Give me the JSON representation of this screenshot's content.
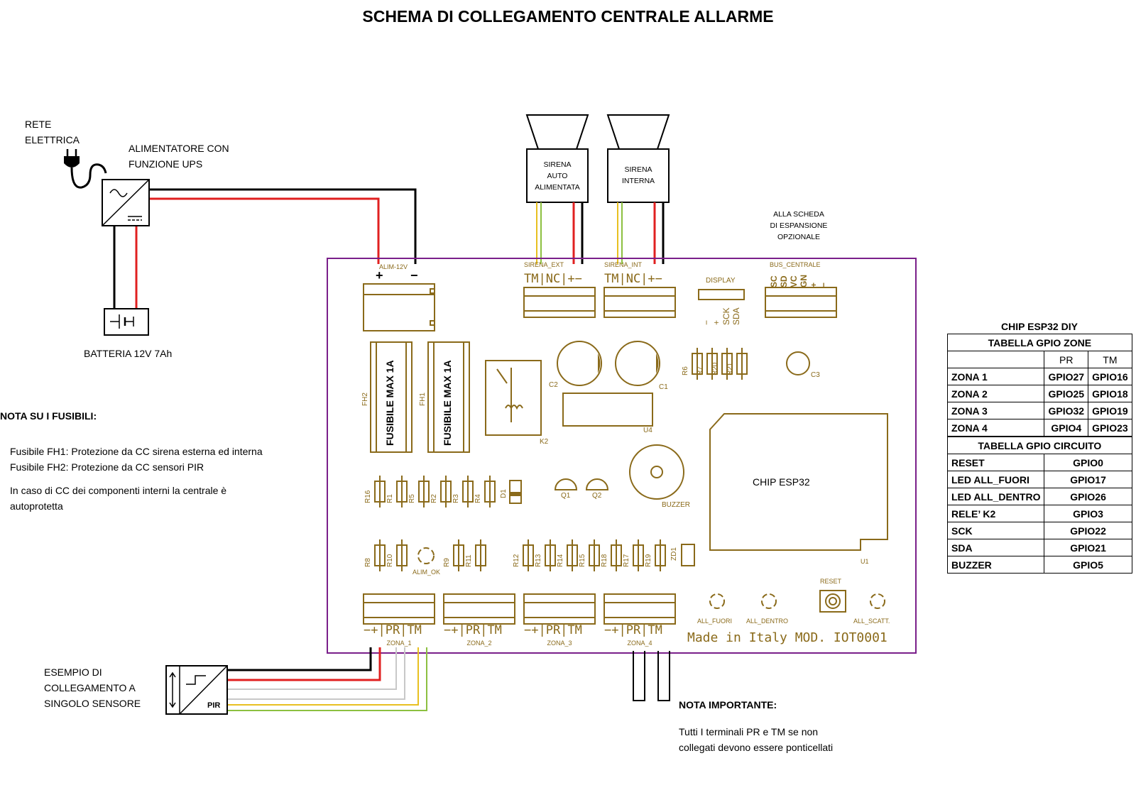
{
  "title": "SCHEMA DI COLLEGAMENTO CENTRALE ALLARME",
  "mains": {
    "line1": "RETE",
    "line2": "ELETTRICA"
  },
  "psu": {
    "line1": "ALIMENTATORE CON",
    "line2": "FUNZIONE UPS"
  },
  "battery": "BATTERIA 12V 7Ah",
  "sirens": {
    "external": {
      "line1": "SIRENA",
      "line2": "AUTO",
      "line3": "ALIMENTATA"
    },
    "internal": {
      "line1": "SIRENA",
      "line2": "INTERNA"
    }
  },
  "expansion": {
    "line1": "ALLA SCHEDA",
    "line2": "DI ESPANSIONE",
    "line3": "OPZIONALE"
  },
  "board": {
    "alim_label": "ALIM-12V",
    "plus": "+",
    "minus": "−",
    "sirena_ext_label": "SIRENA_EXT",
    "sirena_int_label": "SIRENA_INT",
    "siren_terminals": "TM|NC|+−",
    "display_label": "DISPLAY",
    "display_pins": [
      "−",
      "+",
      "SCK",
      "SDA"
    ],
    "bus_label": "BUS_CENTRALE",
    "bus_pins": [
      "SC",
      "SD",
      "VC",
      "GN",
      "+",
      "−"
    ],
    "fuse_text": "FUSIBILE MAX 1A",
    "fh2": "FH2",
    "fh1": "FH1",
    "k2": "K2",
    "c1": "C1",
    "c2": "C2",
    "c3": "C3",
    "u4": "U4",
    "u1": "U1",
    "chip": "CHIP ESP32",
    "buzzer": "BUZZER",
    "q1": "Q1",
    "q2": "Q2",
    "d1": "D1",
    "zd1": "ZD1",
    "alim_ok": "ALIM_OK",
    "resistors_top": [
      "R6",
      "R7",
      "R20",
      "R21"
    ],
    "resistors_row1": [
      "R16",
      "R1",
      "R5",
      "R2",
      "R3",
      "R4"
    ],
    "resistors_row2a": [
      "R8",
      "R10"
    ],
    "resistors_row2b": [
      "R9",
      "R11"
    ],
    "resistors_row2c": [
      "R12",
      "R13",
      "R14",
      "R15",
      "R18",
      "R17",
      "R19"
    ],
    "zone_terminals": "−+|PR|TM",
    "zones": [
      "ZONA_1",
      "ZONA_2",
      "ZONA_3",
      "ZONA_4"
    ],
    "reset": "RESET",
    "all_fuori": "ALL_FUORI",
    "all_dentro": "ALL_DENTRO",
    "all_scatt": "ALL_SCATT.",
    "made_in": "Made in Italy MOD. IOT0001"
  },
  "pir": {
    "label": "PIR",
    "line1": "ESEMPIO DI",
    "line2": "COLLEGAMENTO A",
    "line3": "SINGOLO SENSORE"
  },
  "fuse_note": {
    "heading": "NOTA SU I FUSIBILI:",
    "line1": "Fusibile FH1: Protezione da CC sirena esterna ed interna",
    "line2": "Fusibile FH2: Protezione da CC sensori PIR",
    "line3": "In caso di CC dei componenti interni la centrale è",
    "line4": "autoprotetta"
  },
  "important_note": {
    "heading": "NOTA IMPORTANTE:",
    "line1": "Tutti I terminali PR e TM se non",
    "line2": "collegati devono essere ponticellati"
  },
  "gpio_table": {
    "title": "CHIP ESP32 DIY",
    "zones_header": "TABELLA GPIO ZONE",
    "col_pr": "PR",
    "col_tm": "TM",
    "zones": [
      {
        "name": "ZONA 1",
        "pr": "GPIO27",
        "tm": "GPIO16"
      },
      {
        "name": "ZONA 2",
        "pr": "GPIO25",
        "tm": "GPIO18"
      },
      {
        "name": "ZONA 3",
        "pr": "GPIO32",
        "tm": "GPIO19"
      },
      {
        "name": "ZONA 4",
        "pr": "GPIO4",
        "tm": "GPIO23"
      }
    ],
    "circuit_header": "TABELLA GPIO CIRCUITO",
    "circuit": [
      {
        "name": "RESET",
        "gpio": "GPIO0"
      },
      {
        "name": "LED ALL_FUORI",
        "gpio": "GPIO17"
      },
      {
        "name": "LED ALL_DENTRO",
        "gpio": "GPIO26"
      },
      {
        "name": "RELE’ K2",
        "gpio": "GPIO3"
      },
      {
        "name": "SCK",
        "gpio": "GPIO22"
      },
      {
        "name": "SDA",
        "gpio": "GPIO21"
      },
      {
        "name": "BUZZER",
        "gpio": "GPIO5"
      }
    ]
  },
  "colors": {
    "board_outline": "#7a1f8a",
    "silkscreen": "#8a6a1a",
    "wire_red": "#e02020",
    "wire_black": "#000000",
    "wire_yellow": "#e8c020",
    "wire_green": "#8cc040",
    "wire_white": "#c8c8c8"
  }
}
